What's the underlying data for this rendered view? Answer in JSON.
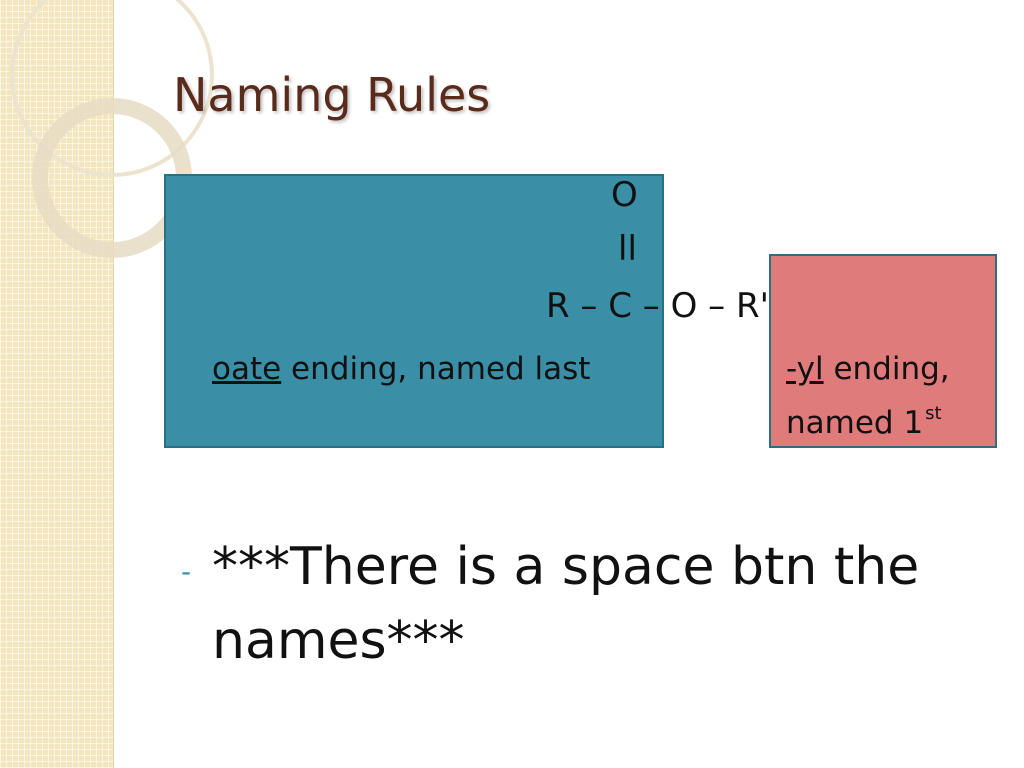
{
  "slide": {
    "title": "Naming Rules",
    "formula": {
      "top_atom": "O",
      "double_bond": "ll",
      "chain": "R – C – O – R'"
    },
    "ester_label": {
      "underlined": "oate",
      "rest": " ending, named last"
    },
    "alkyl_label": {
      "underlined": "-yl",
      "rest": " ending,",
      "line2": "named 1",
      "superscript": "st"
    },
    "bullet": {
      "mark": "-",
      "text": "***There is a space btn the names***"
    }
  },
  "colors": {
    "title": "#5a2a1a",
    "ester_box": "#3a8ea6",
    "alkyl_box": "#e07b7b",
    "box_border": "#2c6f83",
    "side_strip": "#f3e6bf"
  }
}
